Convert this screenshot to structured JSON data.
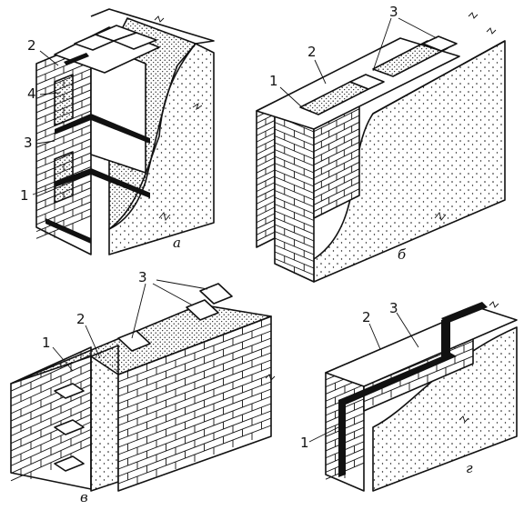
{
  "figures": [
    {
      "id": "a",
      "caption": "а",
      "labels": [
        "2",
        "4",
        "3",
        "1"
      ]
    },
    {
      "id": "b",
      "caption": "б",
      "labels": [
        "3",
        "2",
        "1"
      ]
    },
    {
      "id": "v",
      "caption": "в",
      "labels": [
        "3",
        "2",
        "1"
      ]
    },
    {
      "id": "g",
      "caption": "г",
      "labels": [
        "2",
        "3",
        "1"
      ]
    }
  ],
  "colors": {
    "ink": "#111111",
    "paper": "#ffffff"
  }
}
